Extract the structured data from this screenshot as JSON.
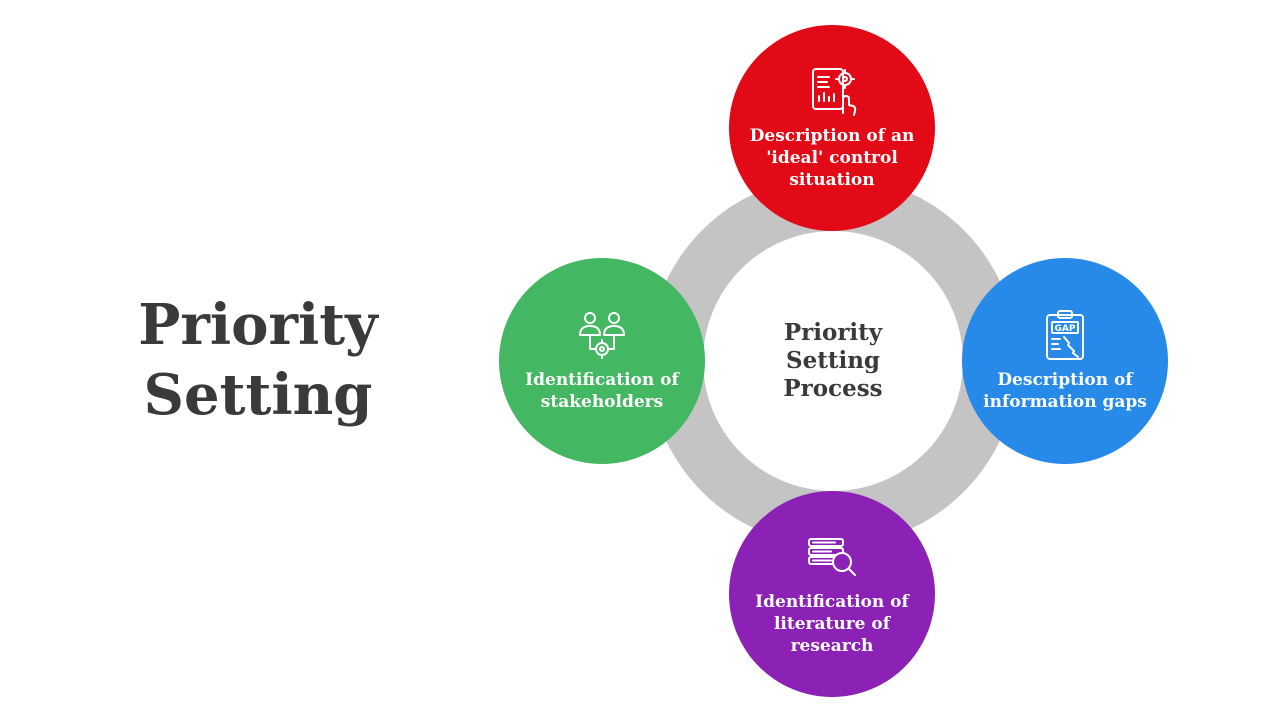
{
  "title": {
    "line1": "Priority",
    "line2": "Setting"
  },
  "hub": {
    "label": "Priority Setting Process"
  },
  "nodes": {
    "top": {
      "label": "Description of an 'ideal' control situation",
      "color": "#e30a17",
      "icon": "tablet-chart-gear-icon"
    },
    "right": {
      "label": "Description of information gaps",
      "color": "#2789e8",
      "icon": "clipboard-gap-icon"
    },
    "bottom": {
      "label": "Identification of literature of research",
      "color": "#8c22b5",
      "icon": "books-magnifier-icon"
    },
    "left": {
      "label": "Identification of stakeholders",
      "color": "#43b762",
      "icon": "people-gear-icon"
    }
  },
  "icon_text": {
    "gap": "GAP"
  },
  "colors": {
    "ring": "#c4c4c4",
    "title_text": "#3a3a3a"
  }
}
